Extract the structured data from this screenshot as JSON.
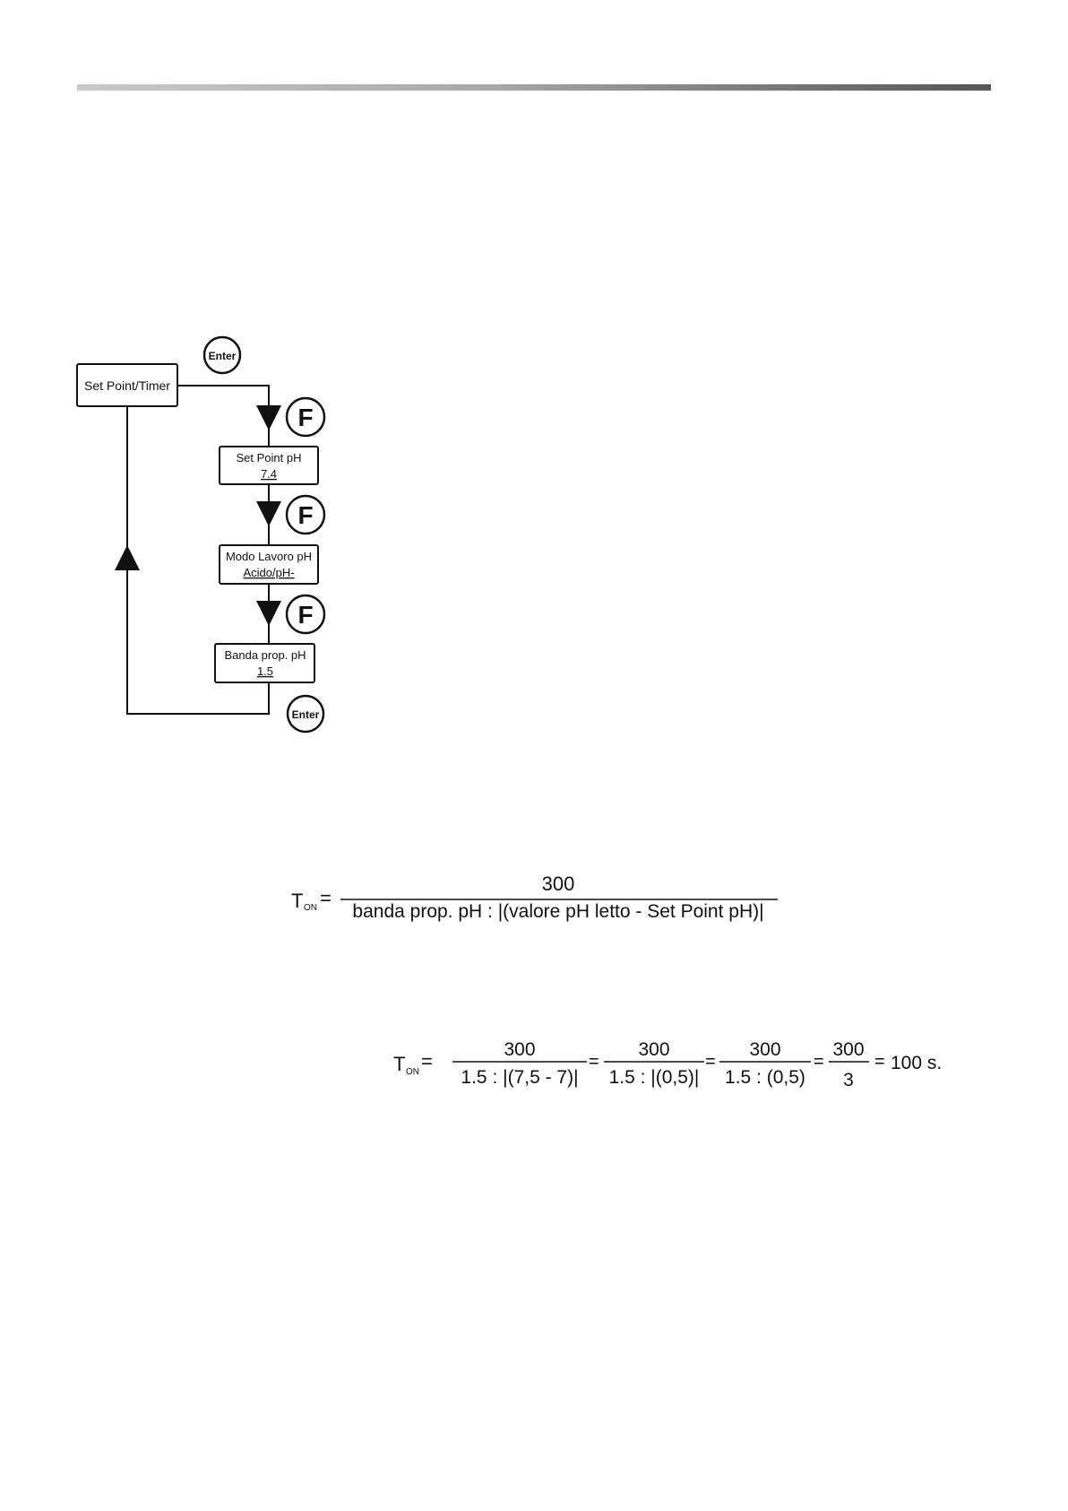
{
  "flowchart": {
    "start_box": "Set Point/Timer",
    "enter_label": "Enter",
    "f_label": "F",
    "boxes": [
      {
        "title": "Set Point pH",
        "value": "7.4"
      },
      {
        "title": "Modo Lavoro pH",
        "value": "Acido/pH-"
      },
      {
        "title": "Banda prop. pH",
        "value": "1.5"
      }
    ]
  },
  "formula": {
    "t": "T",
    "sub": "ON",
    "eq": "=",
    "numerator": "300",
    "denominator": "banda prop. pH : |(valore pH letto - Set Point pH)|"
  },
  "example": {
    "t": "T",
    "sub": "ON",
    "eq": "=",
    "fractions": [
      {
        "num": "300",
        "den": "1.5 : |(7,5 - 7)|"
      },
      {
        "num": "300",
        "den": "1.5 : |(0,5)|"
      },
      {
        "num": "300",
        "den": "1.5 : (0,5)"
      },
      {
        "num": "300",
        "den": "3"
      }
    ],
    "result": "100 s."
  }
}
